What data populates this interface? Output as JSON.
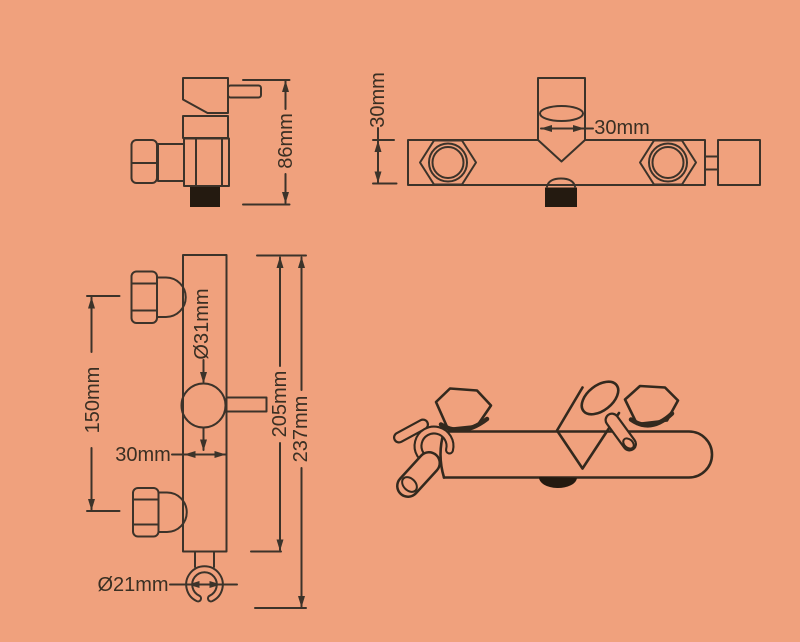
{
  "colors": {
    "background": "#F0A17D",
    "line": "#3C332A",
    "line_dark": "#33291E",
    "text": "#3A2F23",
    "fill_black": "#241A10"
  },
  "views": {
    "side": {
      "height": "86mm"
    },
    "top": {
      "depth": "30mm",
      "handle_width": "30mm"
    },
    "front": {
      "inlet_spacing": "150mm",
      "valve_diameter": "Ø31mm",
      "body_width": "30mm",
      "body_length": "205mm",
      "overall_length": "237mm",
      "holder_diameter": "Ø21mm"
    }
  }
}
